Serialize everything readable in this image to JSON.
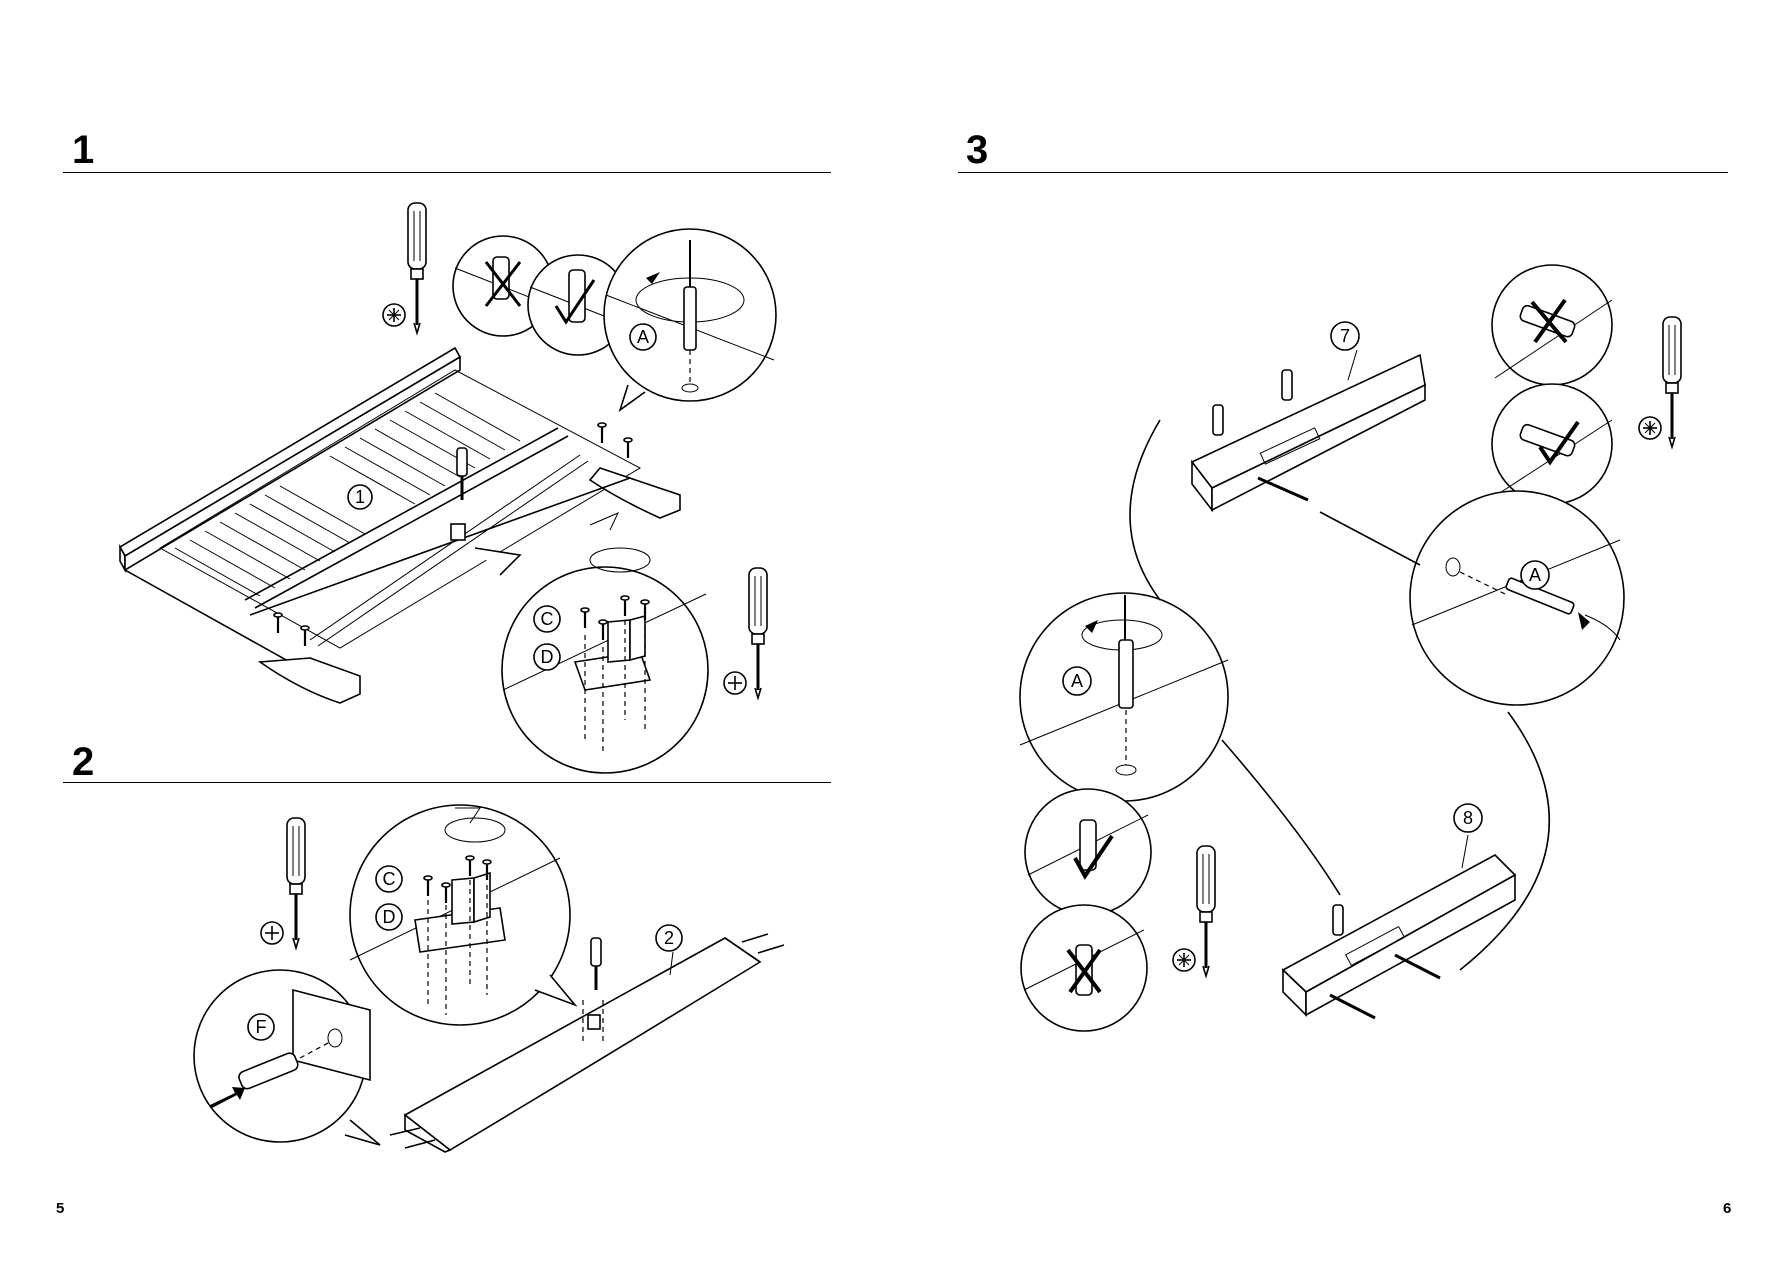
{
  "steps": [
    {
      "number": "1",
      "parts": [
        "1"
      ],
      "hardware": [
        "A",
        "C",
        "D"
      ]
    },
    {
      "number": "2",
      "parts": [
        "2"
      ],
      "hardware": [
        "C",
        "D",
        "F"
      ]
    },
    {
      "number": "3",
      "parts": [
        "7",
        "8"
      ],
      "hardware": [
        "A"
      ]
    }
  ],
  "page_numbers": {
    "left": "5",
    "right": "6"
  },
  "icons": [
    "screwdriver-icon",
    "phillips-symbol-icon",
    "pozidriv-symbol-icon",
    "check-mark-icon",
    "cross-mark-icon",
    "rotation-arrow-icon",
    "push-arrow-icon"
  ]
}
